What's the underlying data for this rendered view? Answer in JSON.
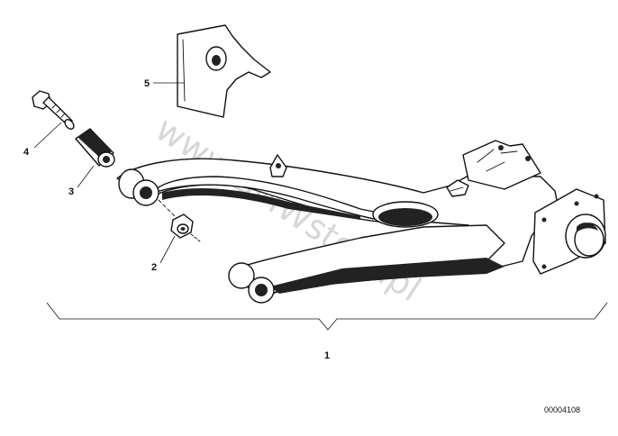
{
  "diagram": {
    "parts": [
      {
        "number": "1",
        "name": "trailing-arm-assembly"
      },
      {
        "number": "2",
        "name": "nut"
      },
      {
        "number": "3",
        "name": "rubber-mount"
      },
      {
        "number": "4",
        "name": "hex-bolt"
      },
      {
        "number": "5",
        "name": "cover-plate"
      }
    ],
    "watermark": "www.BMWstore.pl",
    "diagram_id": "00004108"
  }
}
